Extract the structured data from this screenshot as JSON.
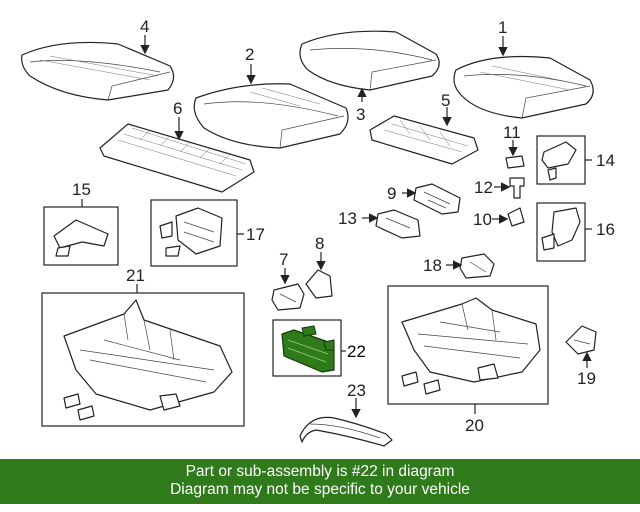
{
  "diagram": {
    "callouts": [
      "1",
      "2",
      "3",
      "4",
      "5",
      "6",
      "7",
      "8",
      "9",
      "10",
      "11",
      "12",
      "13",
      "14",
      "15",
      "16",
      "17",
      "18",
      "19",
      "20",
      "21",
      "22",
      "23"
    ],
    "highlighted_part": "22",
    "highlight_color": "#2f7a1a"
  },
  "banner": {
    "line1": "Part or sub-assembly is #22 in diagram",
    "line2": "Diagram may not be specific to your vehicle",
    "background": "#2f7a1a"
  }
}
